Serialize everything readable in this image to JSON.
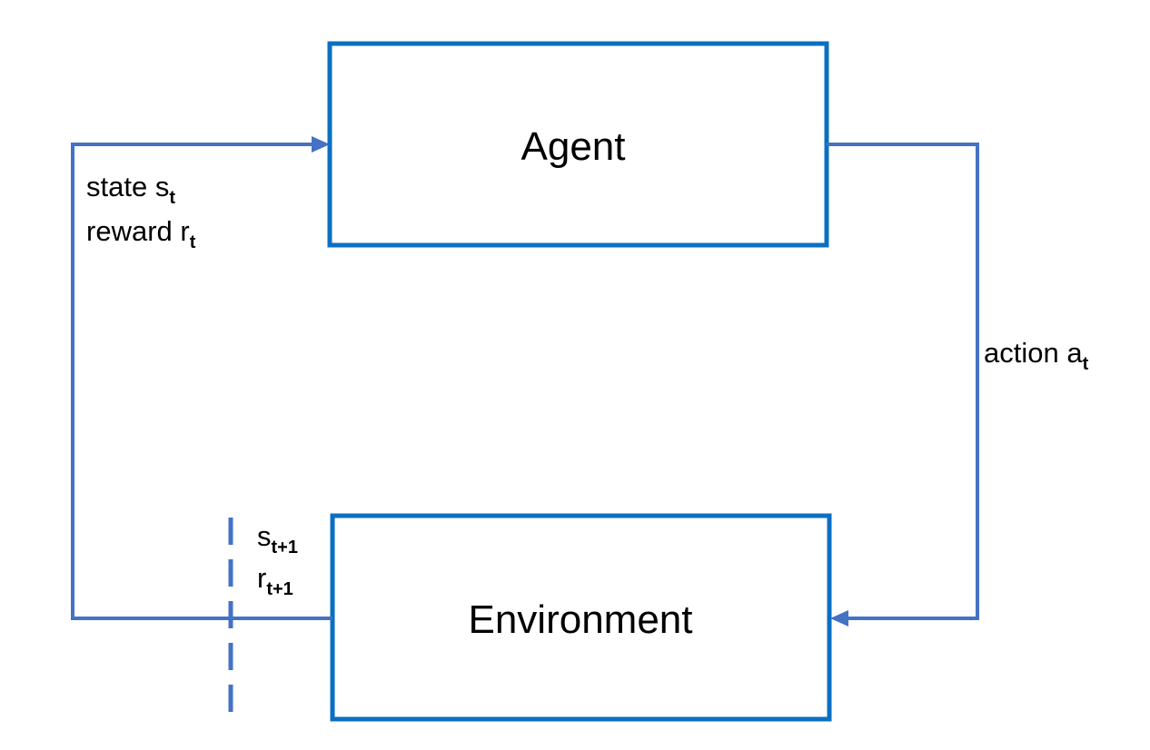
{
  "colors": {
    "box_border": "#0A6FC2",
    "arrow": "#4472C4",
    "text": "#000000",
    "background": "#FFFFFF"
  },
  "nodes": {
    "agent": {
      "label": "Agent"
    },
    "environment": {
      "label": "Environment"
    }
  },
  "edges": {
    "state_reward": {
      "state_main": "state s",
      "state_sub": "t",
      "reward_main": "reward r",
      "reward_sub": "t"
    },
    "action": {
      "main": "action a",
      "sub": "t"
    },
    "next": {
      "s_main": "s",
      "s_sub": "t+1",
      "r_main": "r",
      "r_sub": "t+1"
    }
  }
}
